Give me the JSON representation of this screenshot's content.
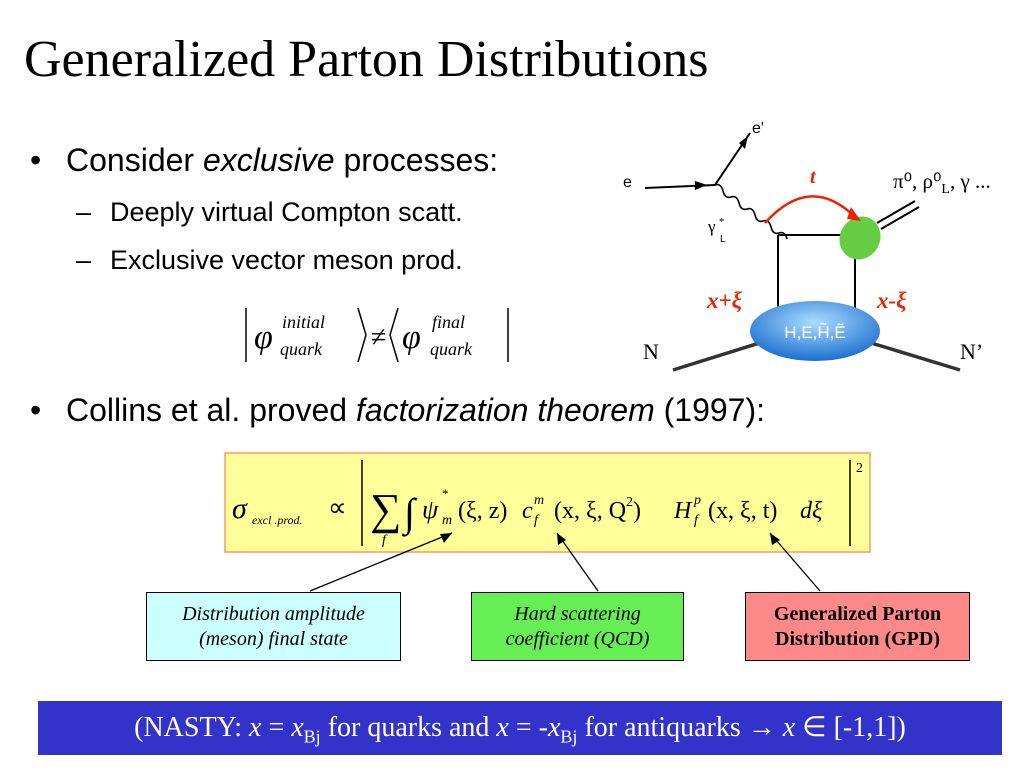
{
  "title": "Generalized Parton Distributions",
  "bullets": [
    {
      "pre": "Consider ",
      "em": "exclusive",
      "post": " processes:"
    },
    {
      "pre": "Collins et al. proved ",
      "em": "factorization theorem",
      "post": " (1997):"
    }
  ],
  "subbullets": [
    "Deeply virtual Compton scatt.",
    "Exclusive vector meson prod."
  ],
  "inequality": {
    "phi": "φ",
    "sup1": "initial",
    "sub1": "quark",
    "neq": "≠",
    "sup2": "final",
    "sub2": "quark"
  },
  "formula": {
    "sigma": "σ",
    "sigma_sub": "excl .prod.",
    "propto": "∝",
    "sum": "∑",
    "sum_sub": "f",
    "integral": "∫",
    "psi": "ψ",
    "psi_sup": "*",
    "psi_sub": "m",
    "psi_args": "(ξ, z)",
    "c": "c",
    "c_sup": "m",
    "c_sub": "f",
    "c_args_pre": "(x, ξ, Q",
    "c_sq": "2",
    "c_args_post": ")",
    "H": "H",
    "H_sup": "p",
    "H_sub": "f",
    "H_args": "(x, ξ, t)",
    "d": "dξ",
    "power": "2"
  },
  "labels": {
    "da_line1": "Distribution amplitude",
    "da_line2": "(meson) final state",
    "hard_line1": "Hard scattering",
    "hard_line2": "coefficient (QCD)",
    "gpd_line1": "Generalized Parton",
    "gpd_line2": "Distribution (GPD)"
  },
  "diagram": {
    "e_prime": "e'",
    "e": "e",
    "gamma": "γ",
    "gamma_sup": "*",
    "gamma_sub": "L",
    "t": "t",
    "mesons": "π⁰, ρ⁰",
    "mesons_sub": "L",
    "mesons_rest": ", γ ...",
    "x_plus": "x+ξ",
    "x_minus": "x-ξ",
    "blob": "H,E,H̃,Ẽ",
    "N": "N",
    "N_prime": "N’"
  },
  "banner": {
    "p1": "(NASTY: ",
    "x1": "x",
    "p2": " = ",
    "x2": "x",
    "sub1": "Bj",
    "p3": " for quarks and ",
    "x3": "x",
    "p4": " = -",
    "x4": "x",
    "sub2": "Bj",
    "p5": " for antiquarks → ",
    "x5": "x",
    "p6": " ∈ [-1,1])"
  },
  "colors": {
    "formula_box": "#ffff99",
    "formula_border": "#ff9966",
    "da_box": "#ccffff",
    "hard_box": "#66ee55",
    "gpd_box": "#ff8888",
    "banner": "#3333cc",
    "red_label": "#ee2200",
    "blob": "#2288ee",
    "meson_blob": "#66cc44"
  }
}
